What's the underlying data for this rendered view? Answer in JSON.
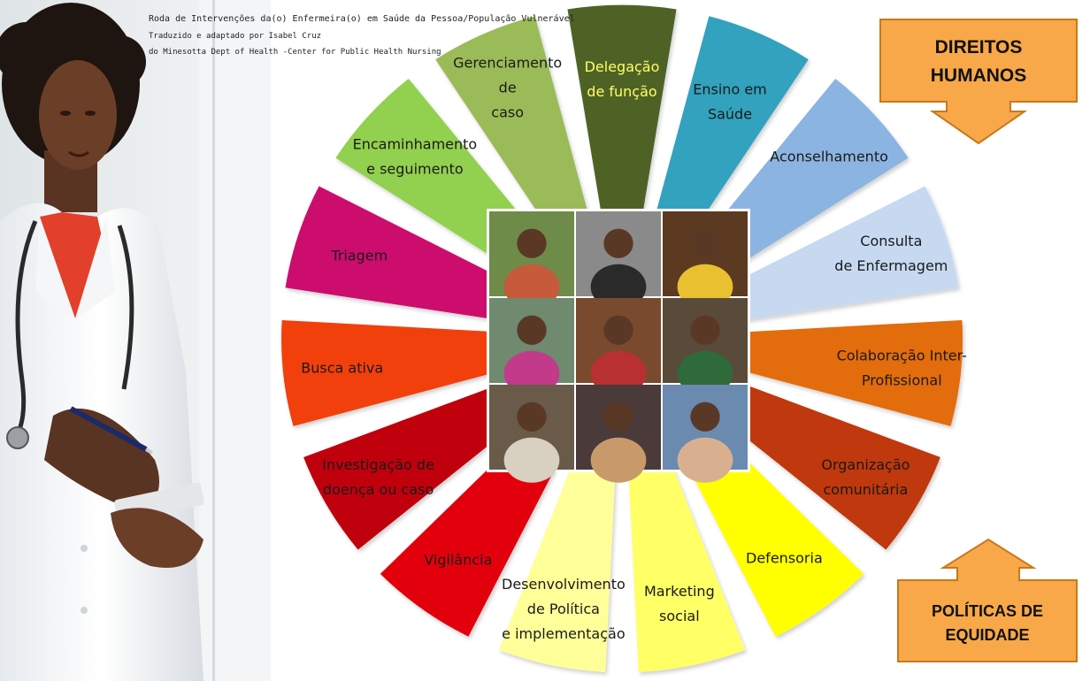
{
  "header": {
    "title": "Roda de Intervenções da(o) Enfermeira(o) em Saúde da Pessoa/População Vulnerável",
    "credit_line1": "Traduzido e adaptado por Isabel Cruz",
    "credit_line2": "do Minesotta Dept of Health -Center for Public Health Nursing"
  },
  "callouts": {
    "top": {
      "line1": "DIREITOS",
      "line2": "HUMANOS"
    },
    "bottom": {
      "line1": "POLÍTICAS DE",
      "line2": "EQUIDADE"
    }
  },
  "colors": {
    "callout_fill": "#F8A848",
    "callout_border": "#C9781A"
  },
  "segments": [
    {
      "lines": [
        "Delegação",
        "de função"
      ],
      "color": "#4F6228",
      "text_color": "#FFFF66"
    },
    {
      "lines": [
        "Ensino em",
        "Saúde"
      ],
      "color": "#31A2BE",
      "text_color": "#1a1a1a"
    },
    {
      "lines": [
        "Aconselhamento"
      ],
      "color": "#8CB4E2",
      "text_color": "#1a1a1a"
    },
    {
      "lines": [
        "Consulta",
        "de Enfermagem"
      ],
      "color": "#C6D9F1",
      "text_color": "#1a1a1a"
    },
    {
      "lines": [
        "Colaboração Inter-",
        "Profissional"
      ],
      "color": "#E36C0A",
      "text_color": "#1a1a1a"
    },
    {
      "lines": [
        "Organização",
        "comunitária"
      ],
      "color": "#C0390C",
      "text_color": "#1a1a1a"
    },
    {
      "lines": [
        "Defensoria"
      ],
      "color": "#FFFF00",
      "text_color": "#1a1a1a"
    },
    {
      "lines": [
        "Marketing",
        "social"
      ],
      "color": "#FFFF66",
      "text_color": "#1a1a1a"
    },
    {
      "lines": [
        "Desenvolvimento",
        "de Política",
        "e implementação"
      ],
      "color": "#FFFF99",
      "text_color": "#1a1a1a"
    },
    {
      "lines": [
        "Vigilância"
      ],
      "color": "#E2000F",
      "text_color": "#1a1a1a"
    },
    {
      "lines": [
        "Investigação de",
        "doença ou caso"
      ],
      "color": "#C0000F",
      "text_color": "#1a1a1a"
    },
    {
      "lines": [
        "Busca ativa"
      ],
      "color": "#F2410F",
      "text_color": "#1a1a1a"
    },
    {
      "lines": [
        "Triagem"
      ],
      "color": "#CC0A6E",
      "text_color": "#1a1a1a"
    },
    {
      "lines": [
        "Encaminhamento",
        "e seguimento"
      ],
      "color": "#92D050",
      "text_color": "#1a1a1a"
    },
    {
      "lines": [
        "Gerenciamento",
        "de",
        "caso"
      ],
      "color": "#9BBB59",
      "text_color": "#1a1a1a"
    }
  ],
  "collage": {
    "tiles": [
      {
        "bg": "#6E8B4A",
        "accent": "#C65A3A"
      },
      {
        "bg": "#8A8A8A",
        "accent": "#2A2A2A"
      },
      {
        "bg": "#5C3A22",
        "accent": "#E8C030"
      },
      {
        "bg": "#6F8A6E",
        "accent": "#C23A8A"
      },
      {
        "bg": "#7A4A2E",
        "accent": "#B83030"
      },
      {
        "bg": "#5A4A3A",
        "accent": "#2E6A3A"
      },
      {
        "bg": "#6A5A4A",
        "accent": "#D8D0C0"
      },
      {
        "bg": "#4A3A3A",
        "accent": "#C89A6A"
      },
      {
        "bg": "#6A8AB0",
        "accent": "#D8B090"
      }
    ]
  }
}
